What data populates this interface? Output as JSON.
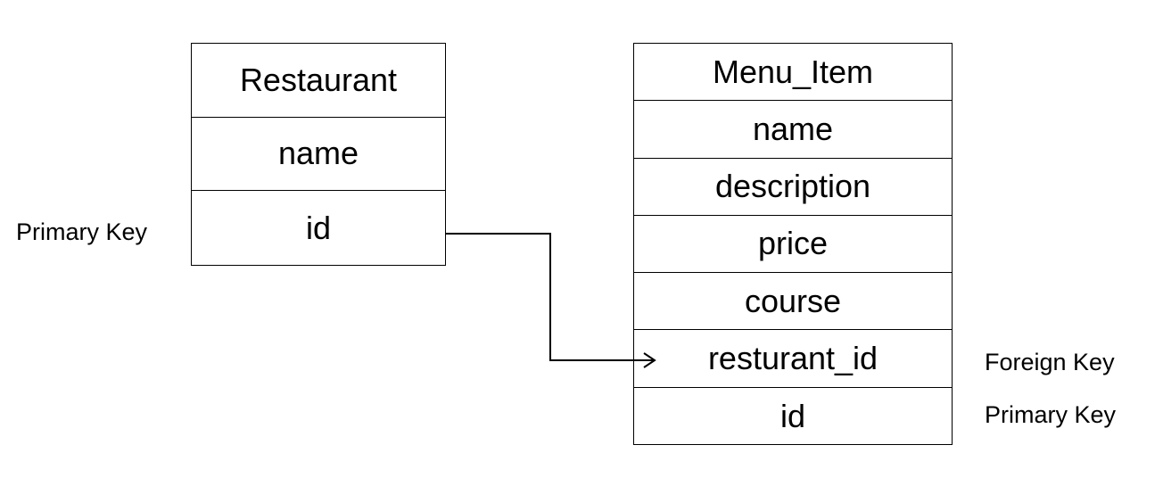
{
  "tables": {
    "restaurant": {
      "title": "Restaurant",
      "fields": [
        "name",
        "id"
      ],
      "key_label": "Primary Key"
    },
    "menu_item": {
      "title": "Menu_Item",
      "fields": [
        "name",
        "description",
        "price",
        "course",
        "resturant_id",
        "id"
      ],
      "foreign_key_label": "Foreign Key",
      "primary_key_label": "Primary Key"
    }
  }
}
